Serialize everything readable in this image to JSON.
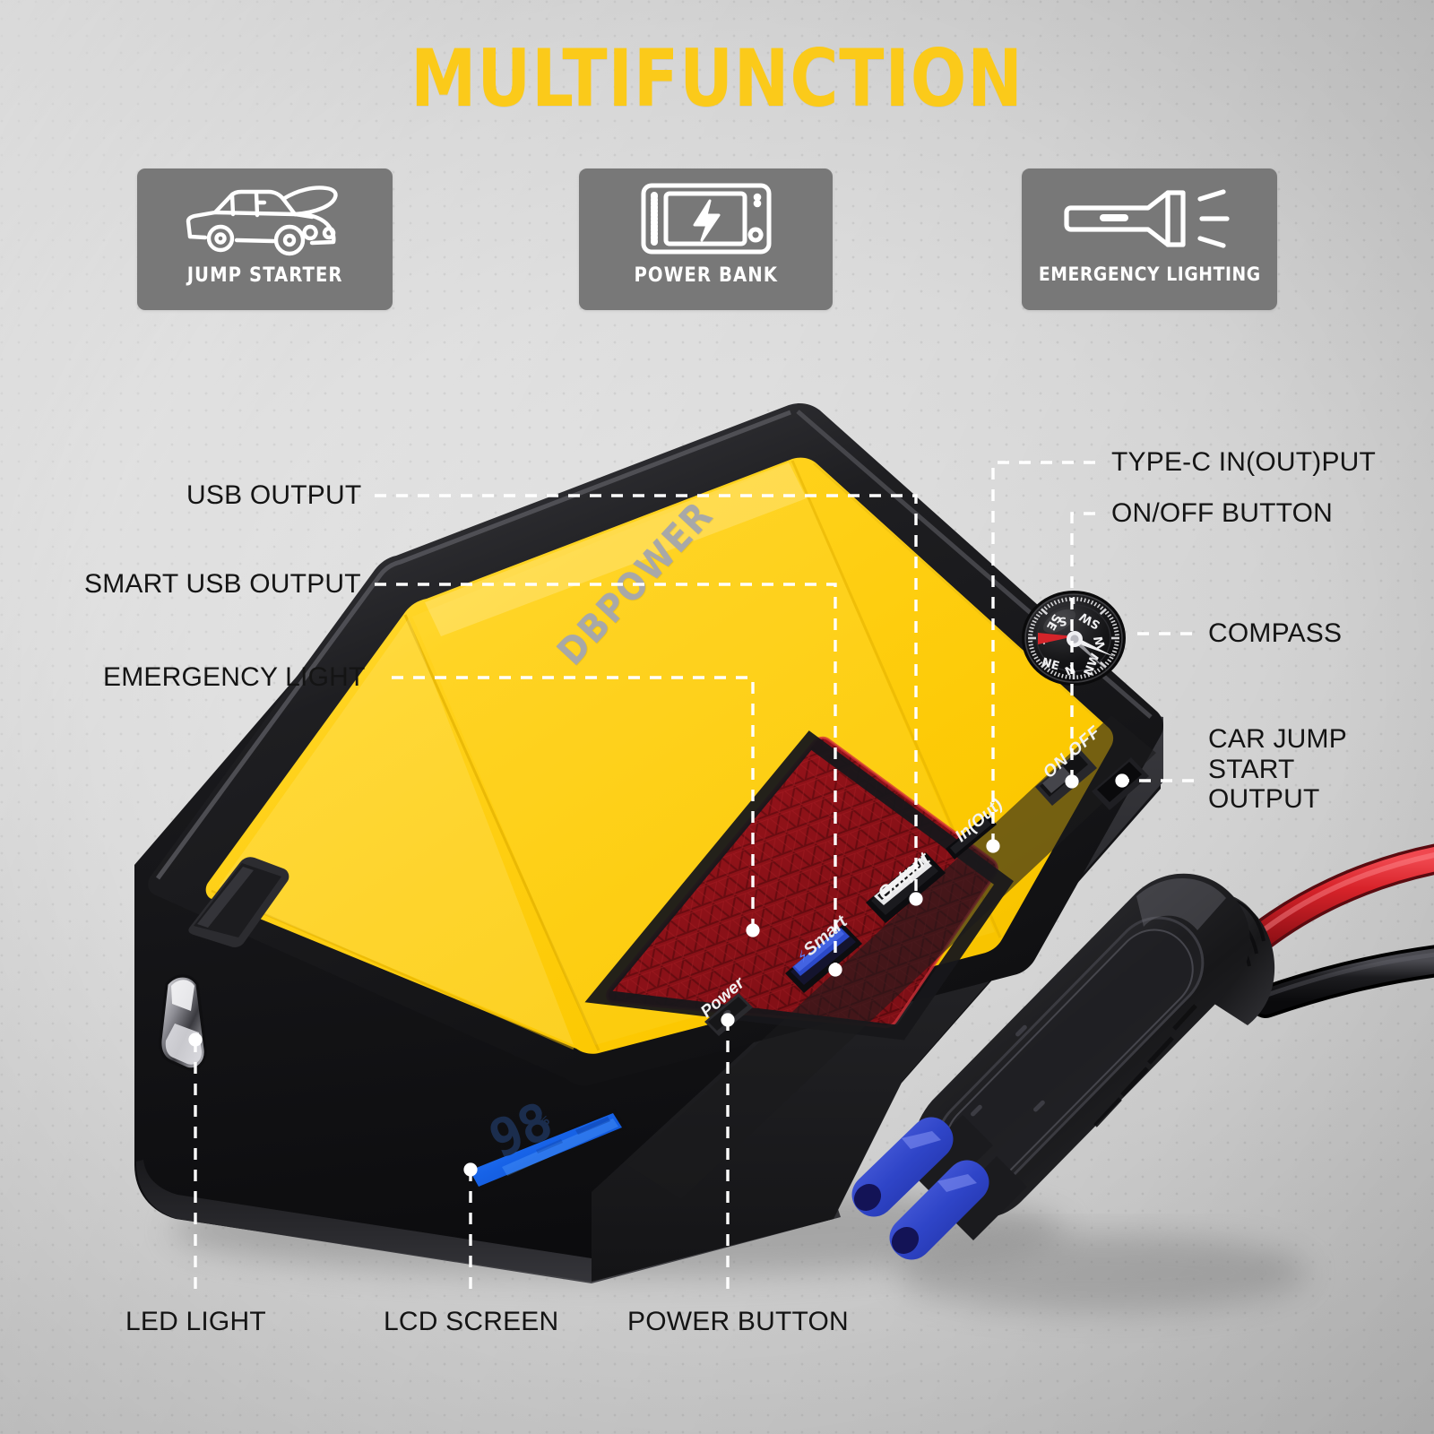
{
  "header": {
    "title": "MULTIFUNCTION",
    "title_color": "#fbca1a"
  },
  "features": [
    {
      "id": "jump-starter",
      "label": "JUMP STARTER",
      "icon": "car-icon"
    },
    {
      "id": "power-bank",
      "label": "POWER BANK",
      "icon": "phone-bolt-icon"
    },
    {
      "id": "emergency-lighting",
      "label": "EMERGENCY LIGHTING",
      "icon": "flashlight-icon"
    }
  ],
  "callouts": {
    "left": [
      {
        "id": "usb-output",
        "label": "USB OUTPUT"
      },
      {
        "id": "smart-usb-output",
        "label": "SMART USB OUTPUT"
      },
      {
        "id": "emergency-light",
        "label": "EMERGENCY LIGHT"
      }
    ],
    "right": [
      {
        "id": "type-c-inout",
        "label": "TYPE-C IN(OUT)PUT"
      },
      {
        "id": "on-off-button",
        "label": "ON/OFF BUTTON"
      },
      {
        "id": "compass",
        "label": "COMPASS"
      },
      {
        "id": "car-jump-start-output",
        "label": "CAR JUMP\nSTART\nOUTPUT"
      }
    ],
    "bottom": [
      {
        "id": "led-light",
        "label": "LED LIGHT"
      },
      {
        "id": "lcd-screen",
        "label": "LCD SCREEN"
      },
      {
        "id": "power-button",
        "label": "POWER BUTTON"
      }
    ]
  },
  "device": {
    "brand": "DBPOWER",
    "shell_color": "#ffd11a",
    "body_color": "#1d1d1f",
    "port_labels": {
      "power": "Power",
      "smart": "Smart",
      "smart_prefix": "⚡",
      "output": "Output",
      "inout": "In(Out)",
      "onoff": "ON OFF"
    },
    "lcd": {
      "value": "98",
      "unit": "%",
      "backlight_color": "#1f6ff0"
    },
    "emergency_light_color": "#8e1218",
    "compass": {
      "cardinals": [
        "S",
        "SW",
        "W",
        "NW",
        "N",
        "NE",
        "E",
        "SE"
      ],
      "needle_color": "#d4242a"
    },
    "connector": {
      "plug_color": "#2f45c8",
      "cable_positive_color": "#d8232a",
      "cable_negative_color": "#1a1a1a"
    }
  }
}
